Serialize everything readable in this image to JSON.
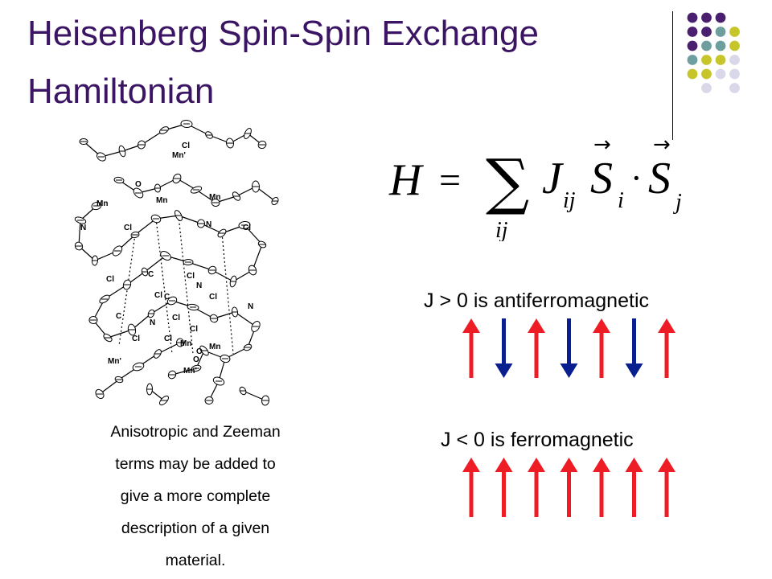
{
  "slide": {
    "title_line1": "Heisenberg Spin-Spin Exchange",
    "title_line2": "Hamiltonian",
    "formula": {
      "lhs": "H",
      "equals": "=",
      "sum": "∑",
      "sum_index": "ij",
      "coupling": "J",
      "coupling_sub": "ij",
      "spin": "S",
      "spin_i_sub": "i",
      "dot": "·",
      "spin_j_sub": "j",
      "vector_arrow": "→"
    },
    "antiferro_label": "J > 0 is antiferromagnetic",
    "ferro_label": "J < 0 is ferromagnetic",
    "antiferro_arrows": [
      "up",
      "down",
      "up",
      "down",
      "up",
      "down",
      "up"
    ],
    "ferro_arrows": [
      "up",
      "up",
      "up",
      "up",
      "up",
      "up",
      "up"
    ],
    "caption_lines": [
      "Anisotropic and Zeeman",
      "terms may be added to",
      "give a more complete",
      "description of a given",
      "material."
    ],
    "atom_labels": [
      "Mn'",
      "O",
      "Cl",
      "Mn",
      "Mn",
      "Mn",
      "N",
      "Cl",
      "N",
      "Cl",
      "Cl",
      "N",
      "Cl",
      "C",
      "Cl",
      "C",
      "C",
      "Cl",
      "Cl",
      "Cl",
      "N",
      "N",
      "Cl",
      "Mn",
      "Mn",
      "Mn'",
      "O",
      "O",
      "Mn'",
      "Cl"
    ]
  },
  "colors": {
    "title": "#3b1563",
    "arrow_up": "#ee1c24",
    "arrow_down": "#0a1f8f",
    "dot_purple": "#4b1f6f",
    "dot_teal": "#6e9e9e",
    "dot_olive": "#c6c62a",
    "dot_lavender": "#d8d8e8"
  }
}
